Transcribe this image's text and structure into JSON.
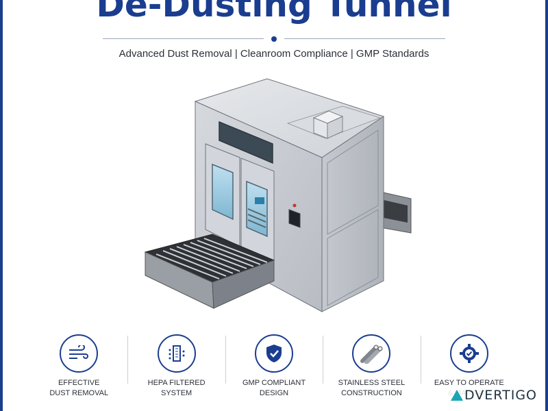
{
  "header": {
    "title": "De-Dusting Tunnel",
    "subtitle": "Advanced Dust Removal | Cleanroom Compliance | GMP Standards"
  },
  "features": [
    {
      "icon": "airflow-icon",
      "line1": "EFFECTIVE",
      "line2": "DUST REMOVAL"
    },
    {
      "icon": "hepa-filter-icon",
      "line1": "HEPA FILTERED",
      "line2": "SYSTEM"
    },
    {
      "icon": "shield-check-icon",
      "line1": "GMP COMPLIANT",
      "line2": "DESIGN"
    },
    {
      "icon": "steel-pipes-icon",
      "line1": "STAINLESS STEEL",
      "line2": "CONSTRUCTION"
    },
    {
      "icon": "gear-check-icon",
      "line1": "EASY TO OPERATE",
      "line2": "& MAINTAIN"
    }
  ],
  "watermark": {
    "text": "DVERTIGO"
  },
  "colors": {
    "accent": "#1a3d8f",
    "text": "#2b2f38",
    "watermark": "#1aa6b5"
  }
}
